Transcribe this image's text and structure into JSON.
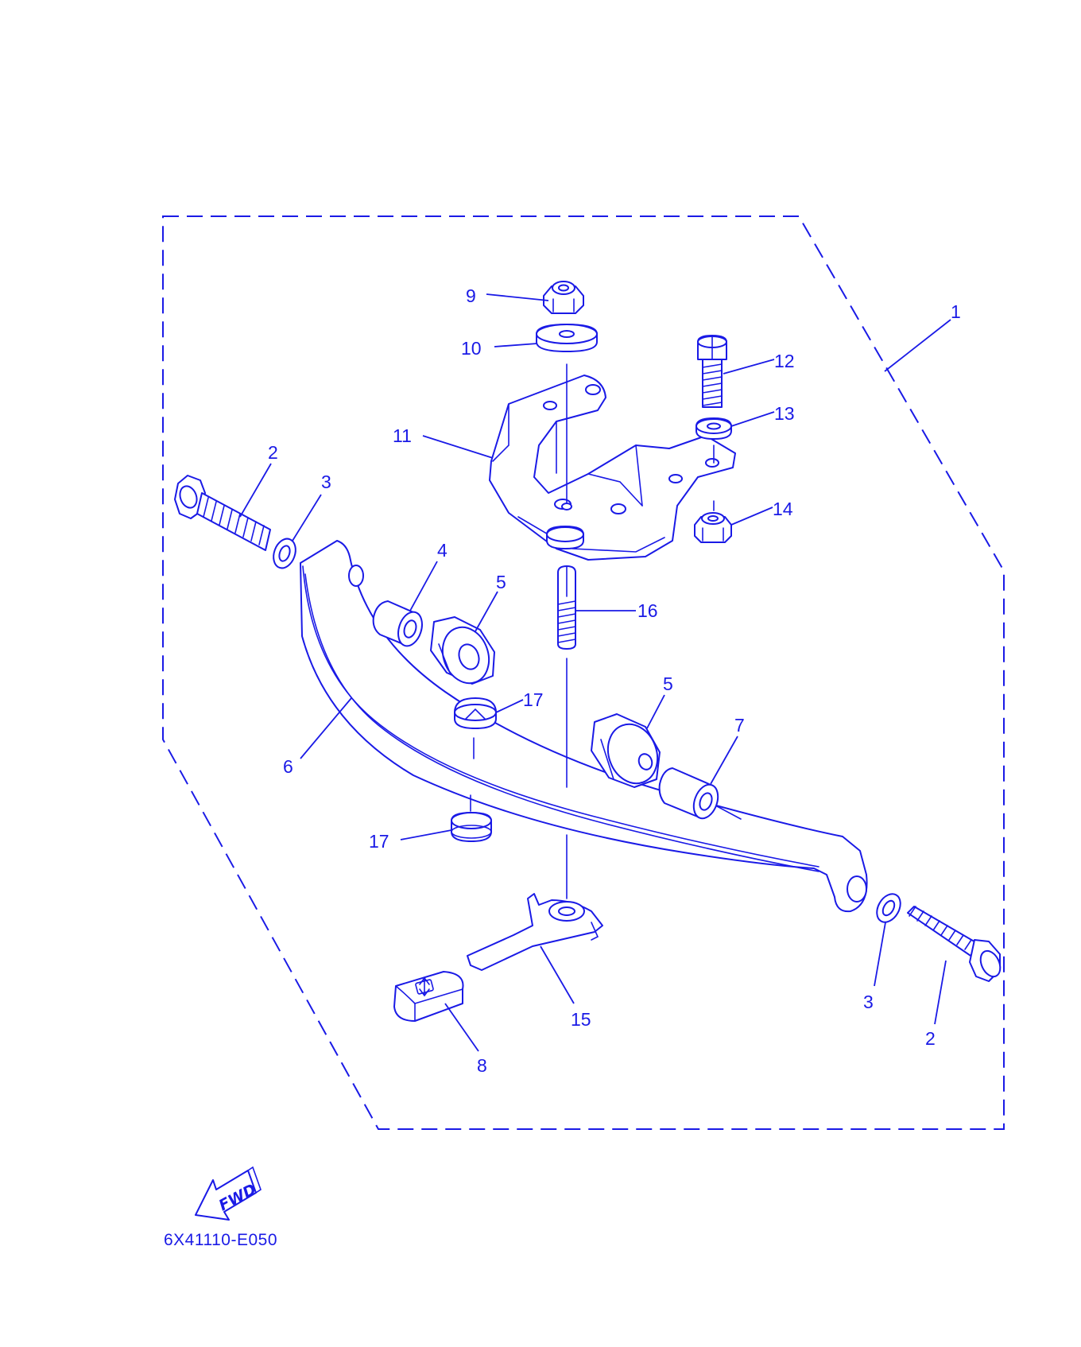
{
  "diagram": {
    "callouts": {
      "c1": "1",
      "c2a": "2",
      "c2b": "2",
      "c3a": "3",
      "c3b": "3",
      "c4": "4",
      "c5a": "5",
      "c5b": "5",
      "c6": "6",
      "c7": "7",
      "c8": "8",
      "c9": "9",
      "c10": "10",
      "c11": "11",
      "c12": "12",
      "c13": "13",
      "c14": "14",
      "c15": "15",
      "c16": "16",
      "c17a": "17",
      "c17b": "17"
    },
    "fwd_label": "FWD",
    "figure_code": "6X41110-E050"
  },
  "colors": {
    "ink": "#1a1ae6",
    "background": "#ffffff"
  },
  "icons": {
    "fwd": "fwd-arrow-icon"
  }
}
